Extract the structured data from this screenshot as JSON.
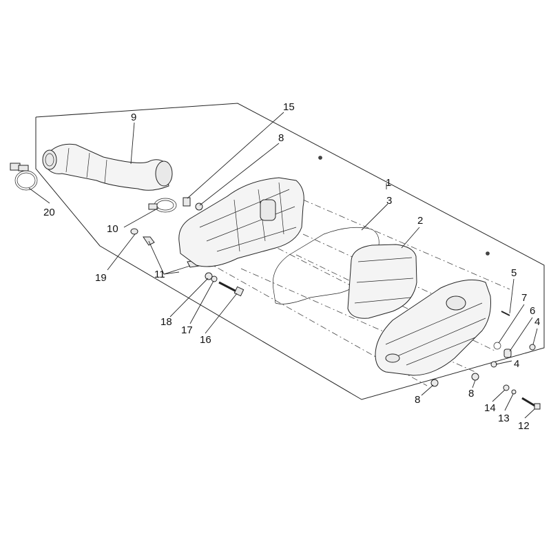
{
  "diagram": {
    "callouts": [
      {
        "id": "c9",
        "text": "9"
      },
      {
        "id": "c15",
        "text": "15"
      },
      {
        "id": "c8a",
        "text": "8"
      },
      {
        "id": "c1",
        "text": "1"
      },
      {
        "id": "c3",
        "text": "3"
      },
      {
        "id": "c2",
        "text": "2"
      },
      {
        "id": "c20",
        "text": "20"
      },
      {
        "id": "c10",
        "text": "10"
      },
      {
        "id": "c19",
        "text": "19"
      },
      {
        "id": "c11",
        "text": "11"
      },
      {
        "id": "c18",
        "text": "18"
      },
      {
        "id": "c17",
        "text": "17"
      },
      {
        "id": "c16",
        "text": "16"
      },
      {
        "id": "c5",
        "text": "5"
      },
      {
        "id": "c7",
        "text": "7"
      },
      {
        "id": "c6",
        "text": "6"
      },
      {
        "id": "c4a",
        "text": "4"
      },
      {
        "id": "c4b",
        "text": "4"
      },
      {
        "id": "c8b",
        "text": "8"
      },
      {
        "id": "c8c",
        "text": "8"
      },
      {
        "id": "c14",
        "text": "14"
      },
      {
        "id": "c13",
        "text": "13"
      },
      {
        "id": "c12",
        "text": "12"
      }
    ]
  }
}
